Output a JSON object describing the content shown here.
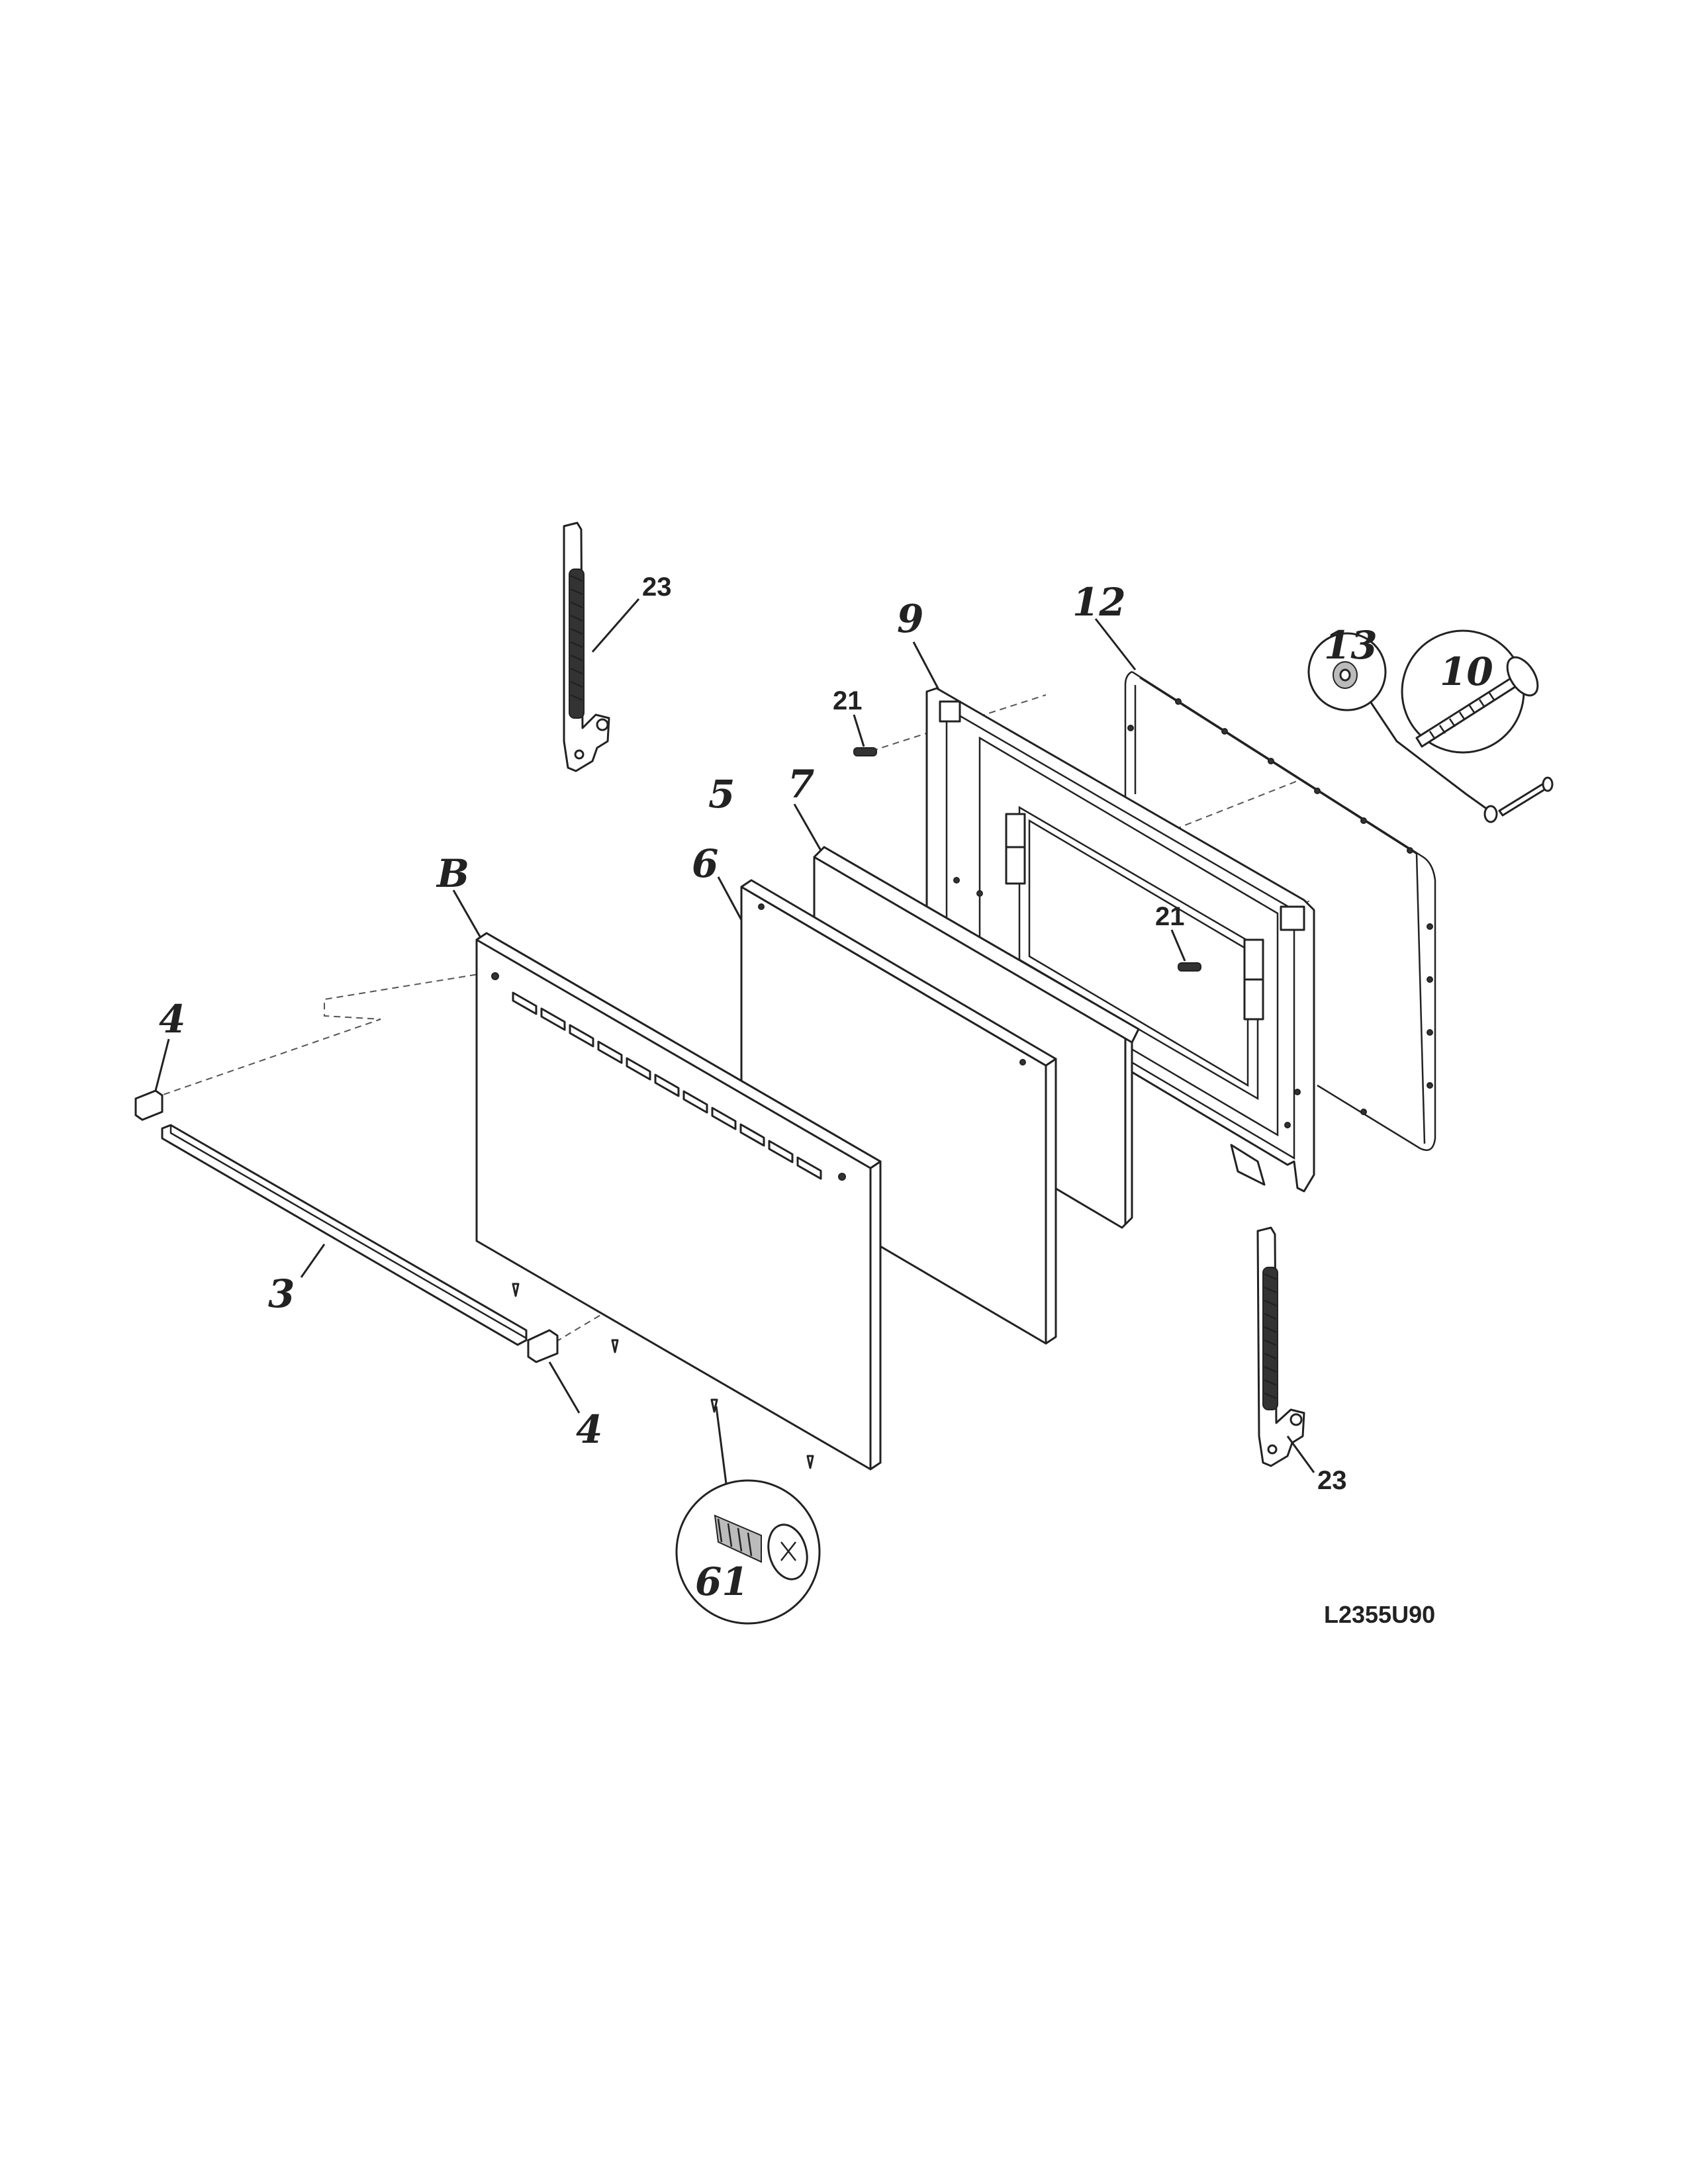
{
  "callouts": {
    "hinge_top": "23",
    "hinge_bottom": "23",
    "pin_upper": "21",
    "pin_lower": "21",
    "inner_door": "9",
    "gasket": "12",
    "washer": "13",
    "bolt": "10",
    "insulation": "5",
    "glass_back": "7",
    "glass_front": "6",
    "door_panel": "B",
    "end_cap_left": "4",
    "end_cap_right": "4",
    "trim_strip": "3",
    "screw": "61"
  },
  "diagram_code": "L2355U90"
}
